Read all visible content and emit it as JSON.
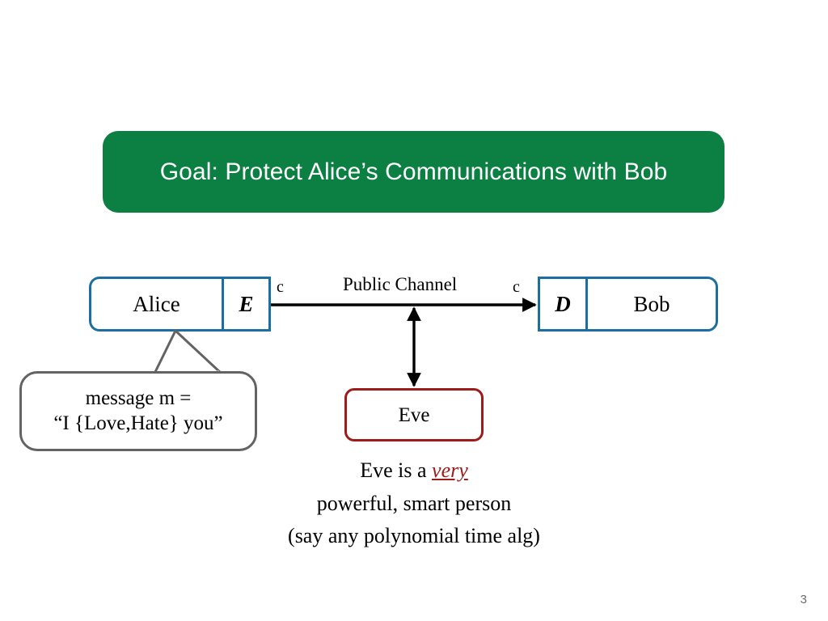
{
  "slide": {
    "page_number": "3",
    "background_color": "#ffffff"
  },
  "title": {
    "text": "Goal: Protect Alice’s Communications with Bob",
    "background_color": "#0C8043",
    "text_color": "#FFFFFF"
  },
  "diagram": {
    "sender": {
      "name_label": "Alice",
      "cipher_label": "E",
      "border_color": "#1C6E9E"
    },
    "receiver": {
      "cipher_label": "D",
      "name_label": "Bob",
      "border_color": "#1C6E9E"
    },
    "channel": {
      "label": "Public Channel",
      "ciphertext_label_left": "c",
      "ciphertext_label_right": "c",
      "arrow_color": "#000000"
    },
    "adversary": {
      "label": "Eve",
      "border_color": "#9C1B1B"
    },
    "callout": {
      "line1": "message m =",
      "line2": "“I {Love,Hate} you”",
      "border_color": "#636363"
    }
  },
  "caption": {
    "line1_prefix": "Eve is a ",
    "line1_emphasis": "very",
    "line2": "powerful, smart person",
    "line3": "(say any polynomial time alg)",
    "emphasis_color": "#9C1B1B"
  }
}
